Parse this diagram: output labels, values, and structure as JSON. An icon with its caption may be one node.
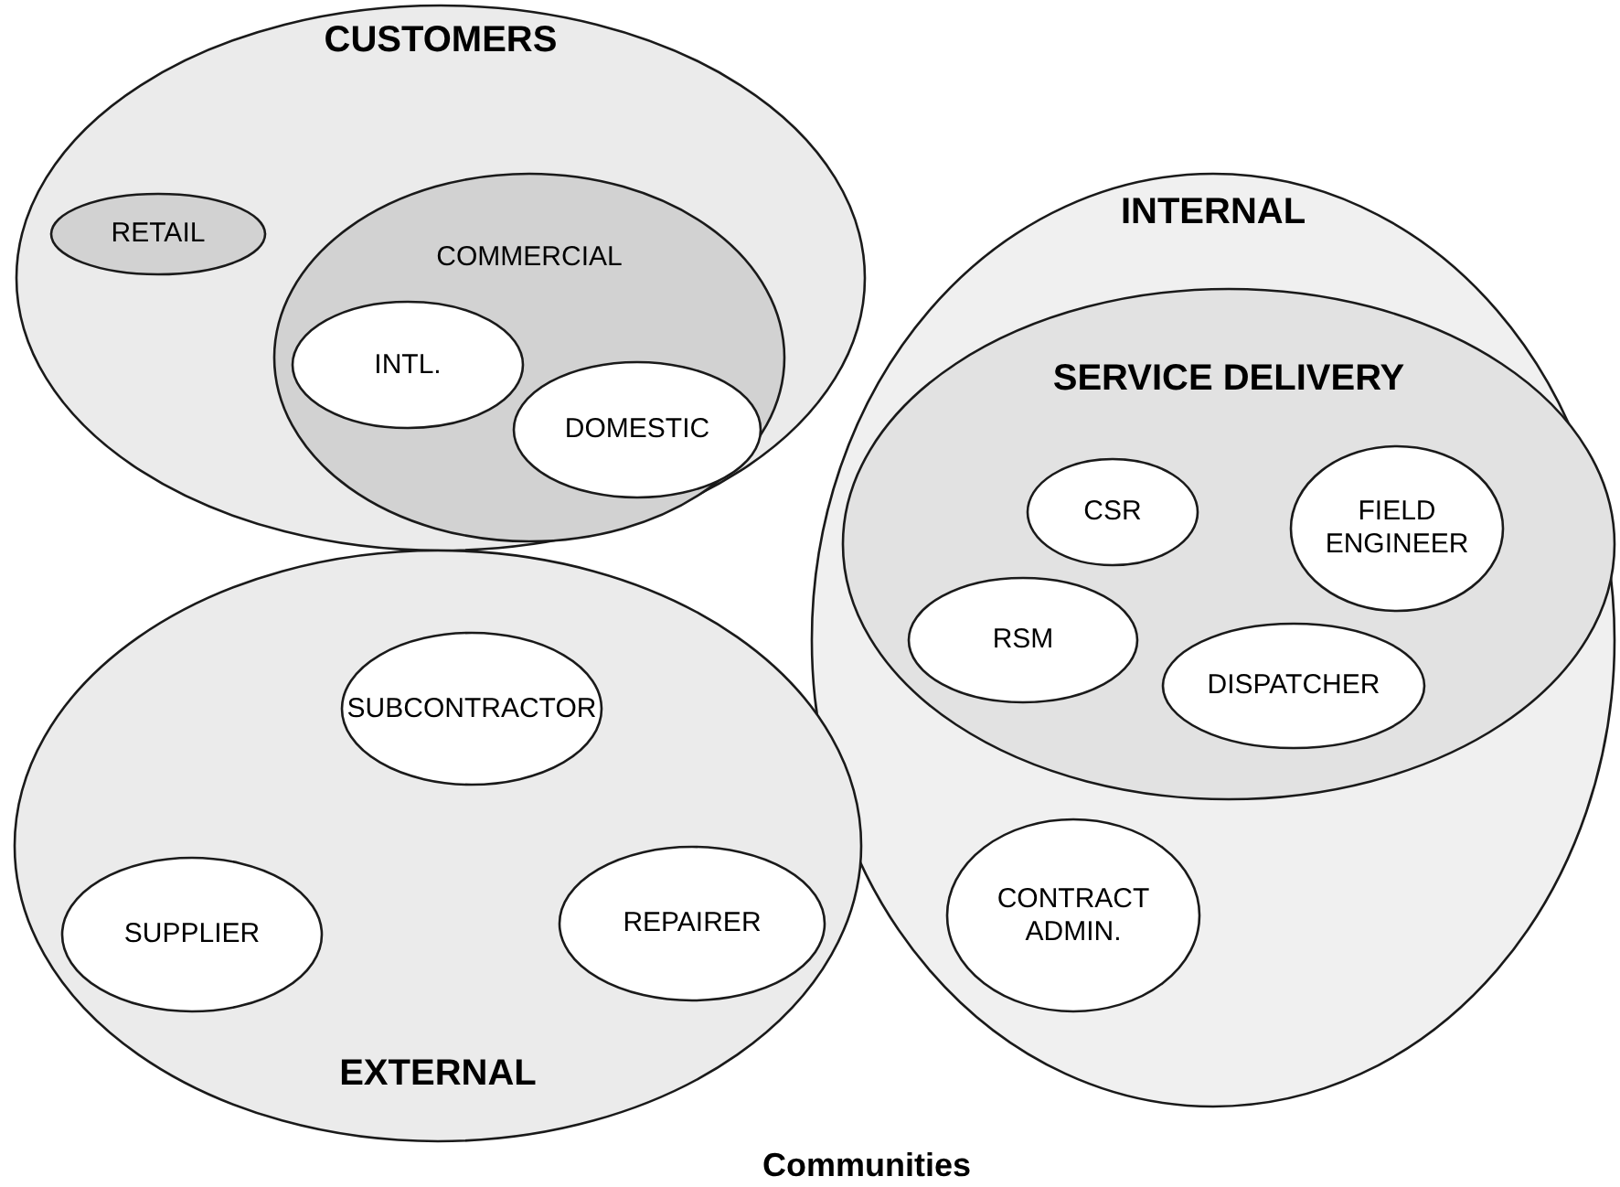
{
  "diagram": {
    "caption": "Communities",
    "nodes": [
      {
        "text": [
          "CUSTOMERS"
        ]
      },
      {
        "text": [
          "RETAIL"
        ],
        "in": 0
      },
      {
        "text": [
          "COMMERCIAL"
        ],
        "in": 0
      },
      {
        "text": [
          "INTL."
        ],
        "in": 2
      },
      {
        "text": [
          "DOMESTIC"
        ],
        "in": 2
      },
      {
        "text": [
          "INTERNAL"
        ]
      },
      {
        "text": [
          "SERVICE DELIVERY"
        ],
        "in": 5
      },
      {
        "text": [
          "CSR"
        ],
        "in": 6
      },
      {
        "text": [
          "FIELD ENGINEER"
        ],
        "in": 6
      },
      {
        "text": [
          "RSM"
        ],
        "in": 6
      },
      {
        "text": [
          "DISPATCHER"
        ],
        "in": 6
      },
      {
        "text": [
          "CONTRACT ADMIN."
        ],
        "in": 5
      },
      {
        "text": [
          "EXTERNAL"
        ]
      },
      {
        "text": [
          "SUBCONTRACTOR"
        ],
        "in": 12
      },
      {
        "text": [
          "SUPPLIER"
        ],
        "in": 12
      },
      {
        "text": [
          "REPAIRER"
        ],
        "in": 12
      }
    ]
  }
}
